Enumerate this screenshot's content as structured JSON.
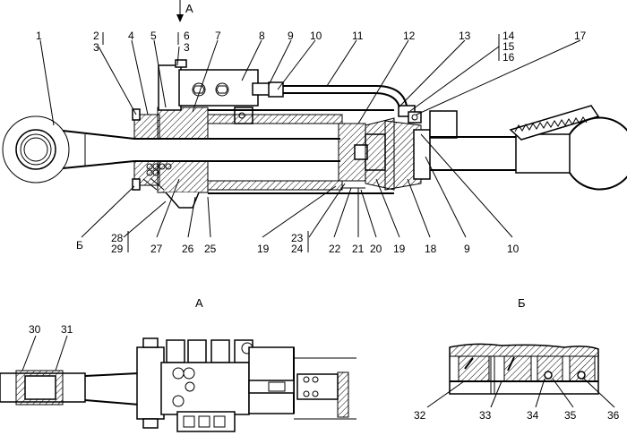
{
  "view_marker": "А",
  "section_markers": {
    "a": "А",
    "b": "Б"
  },
  "main_view": {
    "top_labels": [
      "1",
      "2",
      "3",
      "4",
      "5",
      "6",
      "3",
      "7",
      "8",
      "9",
      "10",
      "11",
      "12",
      "13",
      "14",
      "15",
      "16",
      "17"
    ],
    "bottom_labels": [
      "Б",
      "28",
      "29",
      "27",
      "26",
      "25",
      "19",
      "23",
      "24",
      "22",
      "21",
      "20",
      "19",
      "18",
      "9",
      "10"
    ]
  },
  "detail_a": {
    "labels": [
      "30",
      "31"
    ]
  },
  "detail_b": {
    "labels": [
      "32",
      "33",
      "34",
      "35",
      "36"
    ]
  }
}
